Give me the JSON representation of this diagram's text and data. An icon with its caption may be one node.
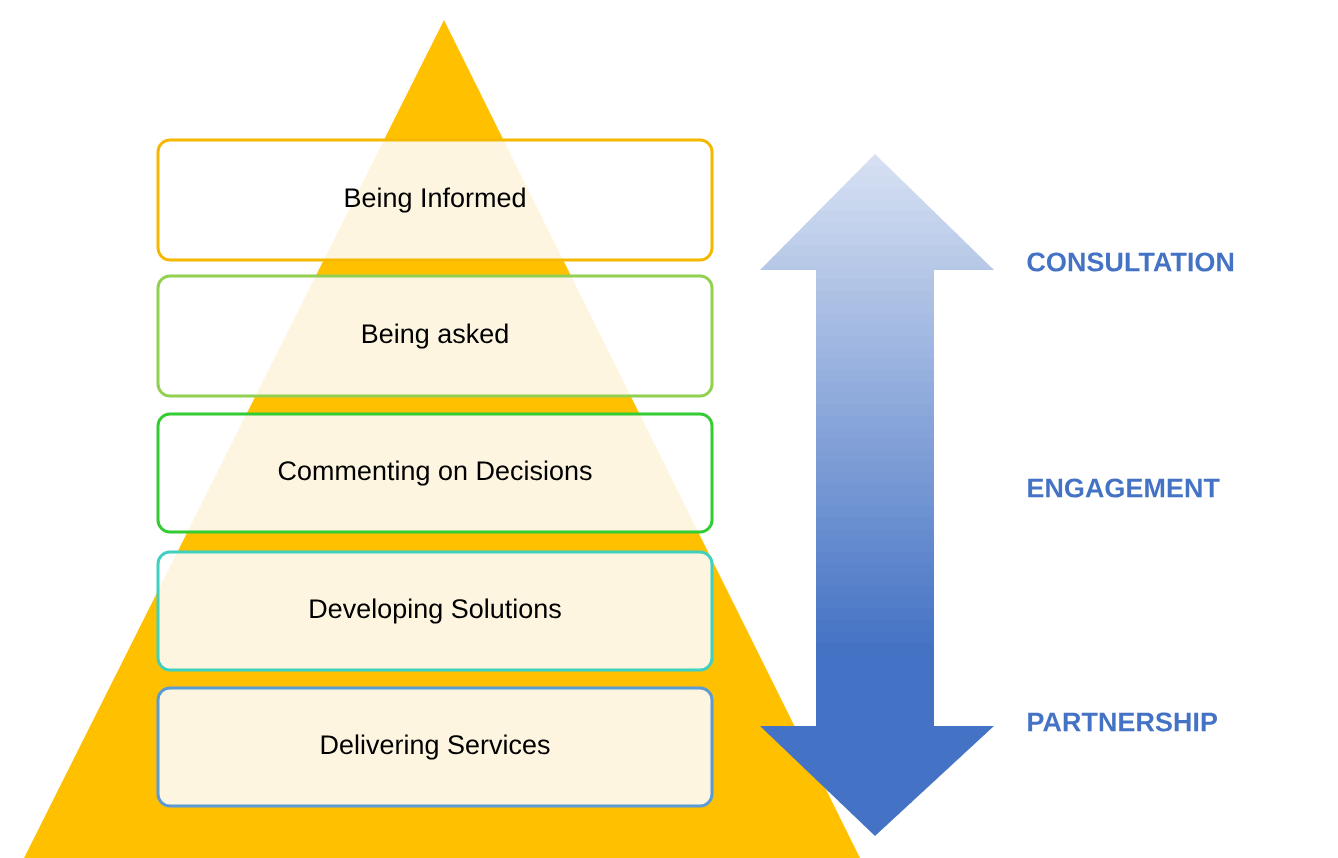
{
  "diagram": {
    "nodes": [
      {
        "text": [
          "Being Informed"
        ]
      },
      {
        "text": [
          "Being asked"
        ]
      },
      {
        "text": [
          "Commenting on Decisions"
        ]
      },
      {
        "text": [
          "Developing Solutions"
        ]
      },
      {
        "text": [
          "Delivering Services"
        ]
      }
    ],
    "labels": [
      "CONSULTATION",
      "ENGAGEMENT",
      "PARTNERSHIP"
    ]
  }
}
